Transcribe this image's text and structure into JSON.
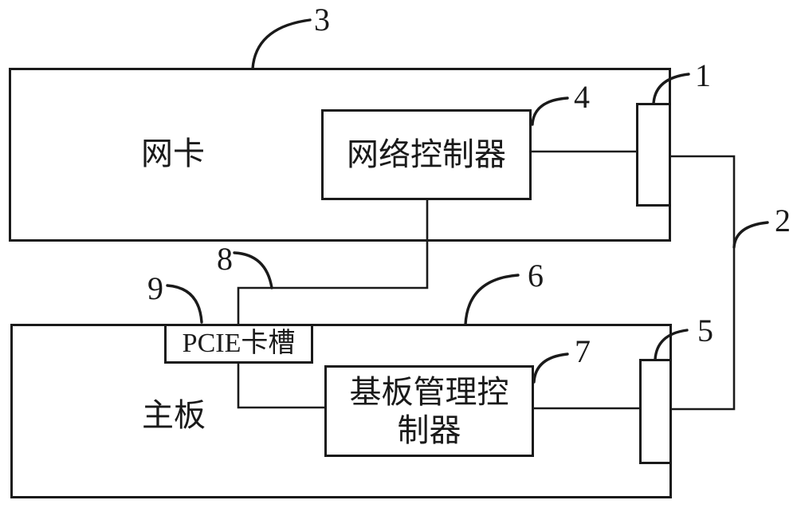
{
  "figure": {
    "background": "#ffffff",
    "ink_color": "#1a1a1a"
  },
  "boxes": {
    "network_card": {
      "label": "网卡",
      "ref": "3"
    },
    "network_controller": {
      "label": "网络控制器",
      "ref": "4"
    },
    "edge_connector_top": {
      "ref": "1"
    },
    "cable": {
      "ref": "2"
    },
    "motherboard": {
      "label": "主板",
      "ref": "6"
    },
    "pcie_slot": {
      "label": "PCIE卡槽",
      "ref": "9"
    },
    "bmc_controller": {
      "label": "基板管理控制器",
      "ref": "7"
    },
    "edge_connector_bottom": {
      "ref": "5"
    },
    "controller_slot_link": {
      "ref": "8"
    }
  }
}
